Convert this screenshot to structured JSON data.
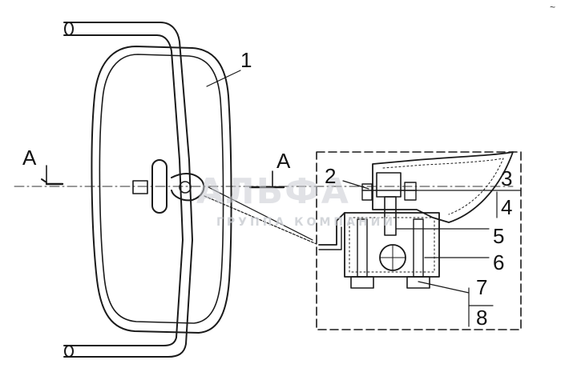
{
  "section": {
    "marker_a_left": "A",
    "marker_a_right": "A"
  },
  "callouts": [
    {
      "id": "1",
      "text": "1"
    },
    {
      "id": "2",
      "text": "2"
    },
    {
      "id": "3",
      "text": "3"
    },
    {
      "id": "4",
      "text": "4"
    },
    {
      "id": "5",
      "text": "5"
    },
    {
      "id": "6",
      "text": "6"
    },
    {
      "id": "7",
      "text": "7"
    },
    {
      "id": "8",
      "text": "8"
    }
  ],
  "watermark": {
    "main": "АЛЬФА",
    "sub": "ГРУППА КОМПАНИЙ"
  },
  "corner_mark": "~"
}
